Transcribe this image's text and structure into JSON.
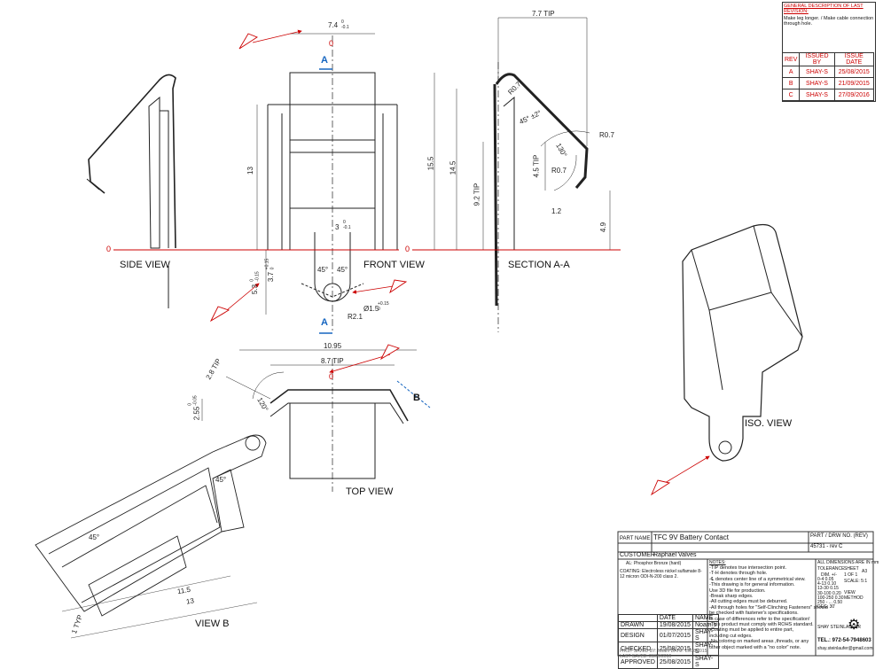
{
  "revision_block": {
    "heading": "GENERAL DESCRIPTION OF LAST REVISION:",
    "description": "Make leg longer. / Make cable connection through hole.",
    "columns": [
      "REV",
      "ISSUED BY",
      "ISSUE DATE"
    ],
    "rows": [
      {
        "rev": "A",
        "issued_by": "SHAY-S",
        "date": "25/08/2015"
      },
      {
        "rev": "B",
        "issued_by": "SHAY-S",
        "date": "21/09/2015"
      },
      {
        "rev": "C",
        "issued_by": "SHAY-S",
        "date": "27/09/2016"
      }
    ]
  },
  "views": {
    "side": "SIDE VIEW",
    "front": "FRONT VIEW",
    "section": "SECTION A-A",
    "top": "TOP VIEW",
    "iso": "ISO. VIEW",
    "view_b": "VIEW B"
  },
  "section_marks": {
    "a_top": "A",
    "a_bottom": "A",
    "b": "B"
  },
  "origin_label": "0",
  "dimensions": {
    "front_width": "7.4",
    "front_width_tol": "0\n-0.1",
    "front_height": "13",
    "front_hole_w": "3",
    "front_hole_w_tol": "0\n-0.1",
    "front_offset": "3.7",
    "front_offset_tol": "+0.15\n0",
    "front_total": "5.3",
    "front_total_tol": "0\n-0.15",
    "angle_45_a": "45°",
    "angle_45_b": "45°",
    "hole_dia": "Ø1.5",
    "hole_dia_tol": "+0.15\n0",
    "radius_2": "R2.1",
    "section_tip": "7.7 TIP",
    "section_h1": "15.5",
    "section_h2": "14.5",
    "section_h3": "9.2 TIP",
    "section_h4": "4.5 TIP",
    "section_h5": "4.9",
    "section_w": "1.2",
    "section_r07a": "R0.7",
    "section_r07b": "R0.7",
    "section_r07c": "R0.7",
    "section_angle1": "45° ±2°",
    "section_angle2": "130°",
    "top_w1": "10.95",
    "top_w2": "8.7 TIP",
    "top_tip": "2.8 TIP",
    "top_h": "2.55",
    "top_h_tol": "0\n-0.05",
    "top_angle": "120°",
    "vb_angle1": "45°",
    "vb_angle2": "45°",
    "vb_len1": "11.5",
    "vb_len2": "13",
    "vb_tip": "1 TYP"
  },
  "title_block": {
    "part_name_label": "PART NAME",
    "part_name": "TFC 9V Battery Contact",
    "part_no_label": "PART / DRW NO. (REV)",
    "part_no": "45731 - rev C",
    "customer_label": "CUSTOMER",
    "customer": "Raphael Valves",
    "material_label": "AL: Phosphor Bronze (hard)",
    "coating_label": "COATING: Electroless nickel sulfamate 8-12 micron ODI-N-200 class 2.",
    "notes_label": "NOTES:",
    "notes": [
      "-TIP denotes true intersection point.",
      "-T-H denotes through hole.",
      "-℄ denotes center line of a symmetrical view.",
      "-This drawing is for general information.",
      " Use 3D file for production.",
      "-Break sharp edges.",
      "-All cutting edges must be deburred.",
      "-All through holes for \"Self-Clinching Fasteners\" should",
      " be checked with fastener's specifications.",
      " In case of differences refer to the specification!",
      "-This product must comply with ROHS standard.",
      "-Coating must be applied to entire part,",
      " including cut edges.",
      "-No coloring on marked areas ,threads, or any",
      " other object marked with a \"no color\" note."
    ],
    "sign_headers": [
      "",
      "DATE",
      "NAME"
    ],
    "sign_rows": [
      {
        "role": "DRAWN",
        "date": "19/08/2015",
        "name": "Noam.s"
      },
      {
        "role": "DESIGN",
        "date": "01/07/2015",
        "name": "SHAY-S"
      },
      {
        "role": "CHECKED",
        "date": "25/08/2015",
        "name": "SHAY-S"
      },
      {
        "role": "APPROVED",
        "date": "25/08/2015",
        "name": "SHAY-S"
      }
    ],
    "dims_note": "ALL DIMENSIONS ARE IN mm",
    "tolerance_label": "TOLERANCE",
    "tolerance_rows": [
      {
        "range": "0-4",
        "tol": "0.05"
      },
      {
        "range": "4-13",
        "tol": "0.10"
      },
      {
        "range": "13-30",
        "tol": "0.15"
      },
      {
        "range": "30-100",
        "tol": "0.20"
      },
      {
        "range": "100-250",
        "tol": "0.30"
      },
      {
        "range": "250 - ...",
        "tol": "0.50"
      },
      {
        "range": "DEG.",
        "tol": "30'"
      }
    ],
    "dim_label": "DIM.",
    "dim_value": "+/-",
    "sheet_label": "SHEET",
    "sheet_value": "1 OF 1",
    "size": "A3",
    "scale": "SCALE: 5:1",
    "view_method": "VIEW METHOD",
    "company": "SHAY STEINLAUFER",
    "tel": "TEL.: 972-54-7948603",
    "email": "shay.steinlaufer@gmail.com",
    "saved_line1": "FIRST SAVED BY: Noam  DATE: 19/08/2015",
    "saved_line2": "LAST SAVED: 23/09/2016"
  }
}
